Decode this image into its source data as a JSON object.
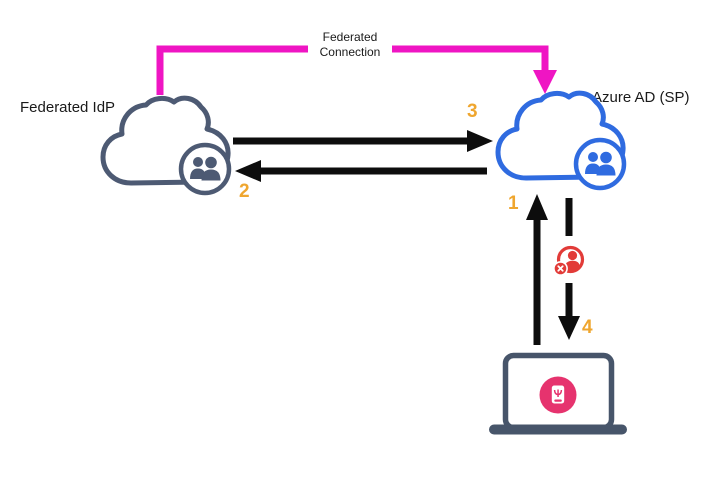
{
  "labels": {
    "federated_idp": "Federated IdP",
    "azure_ad_sp": "Azure AD (SP)",
    "federated_connection": "Federated Connection"
  },
  "steps": {
    "step1": "1",
    "step2": "2",
    "step3": "3",
    "step4": "4"
  },
  "icons": {
    "idp_cloud": "cloud-users-icon",
    "sp_cloud": "cloud-users-icon",
    "blocked_user": "user-x-icon",
    "client_device": "laptop-icon",
    "credential": "passport-icon"
  },
  "colors": {
    "magenta": "#EF15C3",
    "arrow-black": "#0D0D0D",
    "step-orange": "#EFA62F",
    "idp-slate": "#4D5A73",
    "sp-blue": "#2F6BE0",
    "blocked-red": "#E23B38",
    "credential-pink": "#E6336E",
    "laptop-slate": "#47556A",
    "background": "#FFFFFF"
  }
}
